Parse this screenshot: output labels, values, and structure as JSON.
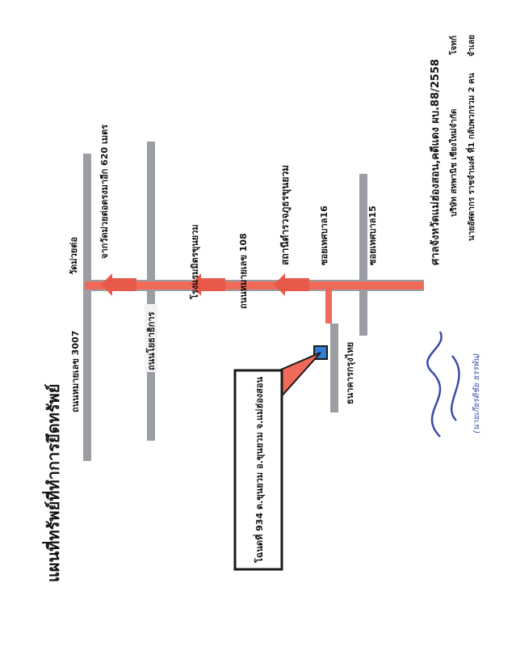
{
  "document": {
    "title": "แผนที่ทรัพย์ที่ทำการยึดทรัพย์",
    "court": "ศาลจังหวัดแม่ฮ่องสอน,คดีแดง ผบ.88/2558",
    "plaintiff_line": "บริษัท สหพานิช เชียงใหม่จำกัด",
    "plaintiff_role": "โจทก์",
    "defendant_line": "นายอัศดากร ราชจำนงค์ ที่1 กลับพวกรวม 2 คน",
    "defendant_role": "จำเลย"
  },
  "labels": {
    "direction": "จากวัดม่วยต่อตรงมาอีก 620 เมตร",
    "road_3007": "ถนนหมายเลข 3007",
    "wat": "วัดม่วยต่อ",
    "road_yothathikan": "ถนนโยธาธิการ",
    "hotel": "โรงแรมมิตรขุนยวม",
    "road_108": "ถนนหมายเลข 108",
    "police": "สถานีตำรวจภูธรขุนยวม",
    "soi16": "ซอยเทศบาล16",
    "soi15": "ซอยเทศบาล15",
    "bank": "ธนาคารกรุงไทย",
    "deed": "โฉนดที่ 934 ต.ขุนยวม อ.ขุนยวม จ.แม่ฮ่องสอน"
  },
  "signature": {
    "name": "(นายเกียรติชัย ธรรพัน)"
  },
  "colors": {
    "road_gray": "#9a9ea2",
    "main_road": "#f06a5a",
    "arrow_fill": "#e8594a",
    "property": "#2f7fd6",
    "ink_blue": "#3b4aa8"
  }
}
